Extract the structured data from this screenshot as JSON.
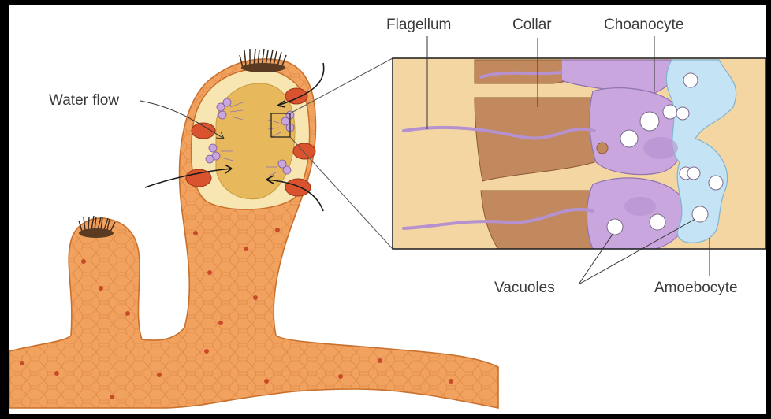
{
  "labels": {
    "water_flow": "Water flow",
    "flagellum": "Flagellum",
    "collar": "Collar",
    "choanocyte": "Choanocyte",
    "vacuoles": "Vacuoles",
    "amoebocyte": "Amoebocyte"
  },
  "colors": {
    "body_tissue": "#f2a25f",
    "body_outline": "#c8702c",
    "cavity": "#e8b85c",
    "collar_cell": "#c9a7de",
    "amoebocyte_cell": "#c4e3f4",
    "inset_background": "#f4d6a2",
    "spicule_tissue": "#c2895f",
    "pore_red": "#d9532e",
    "leader_line": "#555555"
  }
}
